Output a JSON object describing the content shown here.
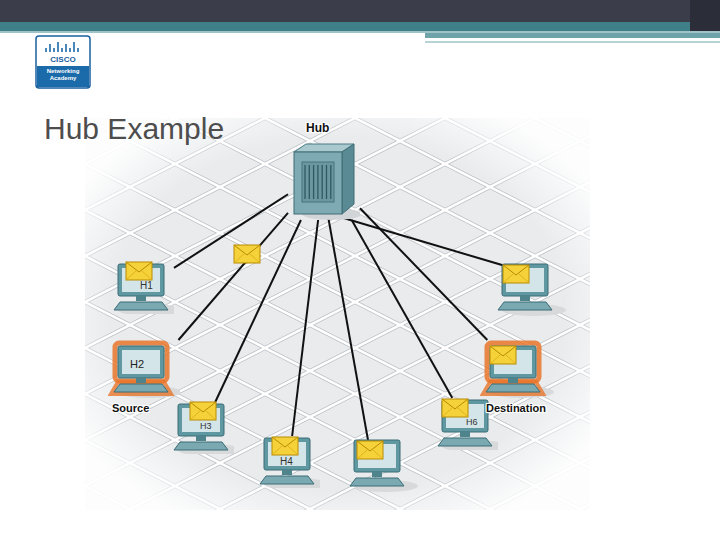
{
  "diagram": {
    "title": "Hub Example",
    "nodes": [
      {
        "text": [
          "Hub"
        ]
      },
      {
        "text": [
          "H1"
        ]
      },
      {
        "text": [
          "H2",
          "Source"
        ]
      },
      {
        "text": [
          "H3"
        ]
      },
      {
        "text": [
          "H4"
        ]
      },
      {
        "text": [
          "H6"
        ]
      },
      {
        "text": [
          "Destination"
        ]
      }
    ],
    "edges": [
      {
        "from": 0,
        "to": 1,
        "arrow": "none"
      },
      {
        "from": 0,
        "to": 2,
        "arrow": "none"
      },
      {
        "from": 0,
        "to": 3,
        "arrow": "none"
      },
      {
        "from": 0,
        "to": 4,
        "arrow": "none"
      },
      {
        "from": 0,
        "to": 5,
        "arrow": "none"
      },
      {
        "from": 0,
        "to": 6,
        "arrow": "none"
      }
    ],
    "labels": [
      "CISCO",
      "Networking Academy"
    ]
  }
}
